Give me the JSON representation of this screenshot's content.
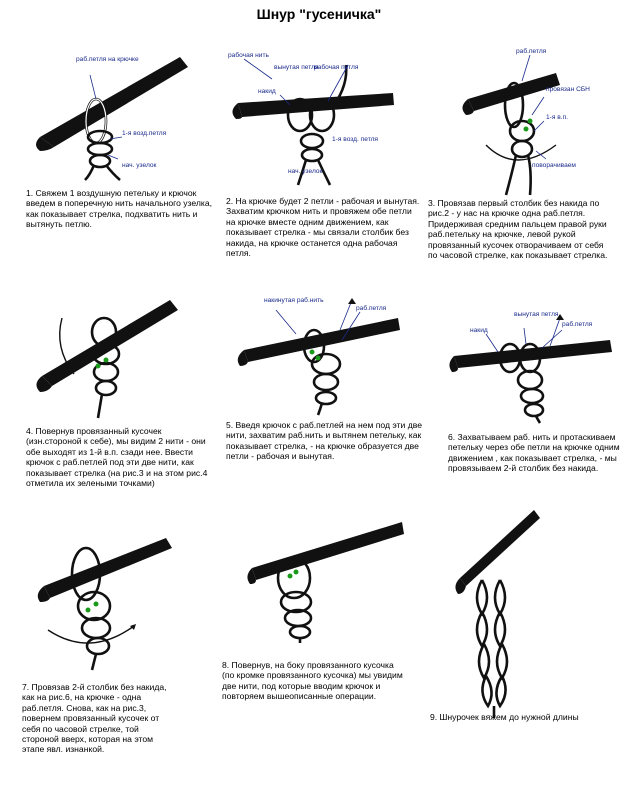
{
  "title": "Шнур \"гусеничка\"",
  "figures": [
    {
      "caption": "1. Свяжем 1 воздушную петельку и крючок введем в поперечную нить начального узелка, как показывает стрелка, подхватить нить и вытянуть петлю.",
      "labels": [
        "раб.петля на крючке",
        "1-я возд.петля",
        "нач. узелок"
      ]
    },
    {
      "caption": "2. На крючке будет 2 петли - рабочая и вынутая. Захватим крючком нить и провяжем обе петли на крючке вместе одним движением, как показывает стрелка - мы связали столбик без накида, на крючке останется одна рабочая петля.",
      "labels": [
        "рабочая нить",
        "вынутая петля",
        "рабочая петля",
        "накид",
        "1-я возд. петля",
        "нач. узелок"
      ]
    },
    {
      "caption": "3. Провязав первый столбик без накида по рис.2 - у нас на крючке одна раб.петля. Придерживая средним пальцем правой руки раб.петельку на крючке, левой рукой провязанный кусочек отворачиваем от себя по часовой стрелке, как показывает стрелка.",
      "labels": [
        "раб.петля",
        "провязан СБН",
        "1-я в.п.",
        "поворачиваем"
      ]
    },
    {
      "caption": "4. Повернув провязанный кусочек (изн.стороной к себе), мы видим 2 нити - они обе выходят из 1-й в.п. сзади нее. Ввести крючок с раб.петлей под эти две нити, как показывает стрелка (на рис.3 и на этом рис.4 отметила их зелеными точками)",
      "labels": []
    },
    {
      "caption": "5. Введя крючок с раб.петлей на нем под эти две нити, захватим раб.нить и вытянем петельку, как показывает стрелка, - на крючке образуется две петли - рабочая и вынутая.",
      "labels": [
        "накинутая раб.нить",
        "раб.петля"
      ]
    },
    {
      "caption": "6. Захватываем раб. нить и протаскиваем петельку через обе петли на крючке одним движением , как показывает стрелка, - мы провязываем 2-й столбик без накида.",
      "labels": [
        "накид",
        "вынутая петля",
        "раб.петля"
      ]
    },
    {
      "caption": "7. Провязав 2-й столбик без накида, как на рис.6, на крючке - одна раб.петля. Снова, как на рис.3, повернем провязанный кусочек от себя по часовой стрелке, той стороной вверх, которая на этом этапе явл. изнанкой.",
      "labels": []
    },
    {
      "caption": "8. Повернув, на боку провязанного кусочка (по кромке провязанного кусочка) мы увидим две нити, под которые вводим крючок и повторяем вышеописанные операции.",
      "labels": []
    },
    {
      "caption": "9. Шнурочек вяжем до нужной длины",
      "labels": []
    }
  ],
  "colors": {
    "label": "#1a2a8a",
    "dot": "#1a9a1a",
    "ink": "#111111"
  }
}
